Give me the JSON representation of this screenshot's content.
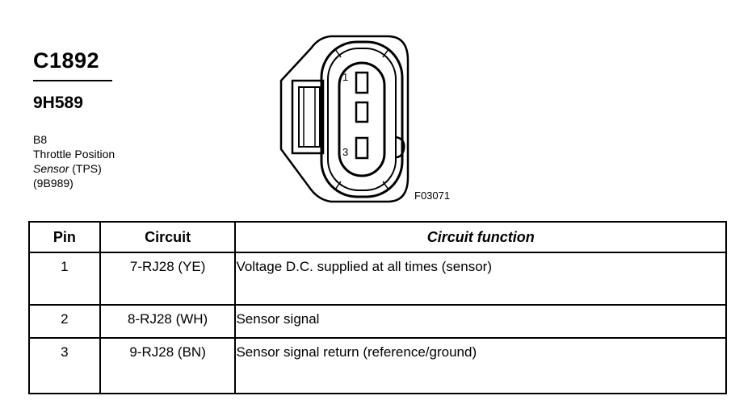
{
  "connector": {
    "id": "C1892",
    "part_number": "9H589"
  },
  "component": {
    "location": "B8",
    "name_line1": "Throttle Position",
    "name_line2_italic": "Sensor",
    "name_line2_rest": " (TPS)",
    "part_ref": "(9B989)"
  },
  "figure": {
    "code": "F03071",
    "pin_labels": [
      "1",
      "3"
    ]
  },
  "table": {
    "headers": {
      "pin": "Pin",
      "circuit": "Circuit",
      "function": "Circuit function"
    },
    "rows": [
      {
        "pin": "1",
        "circuit": "7-RJ28 (YE)",
        "function": "Voltage D.C. supplied at all times (sensor)"
      },
      {
        "pin": "2",
        "circuit": "8-RJ28 (WH)",
        "function": "Sensor signal"
      },
      {
        "pin": "3",
        "circuit": "9-RJ28 (BN)",
        "function": "Sensor signal return (reference/ground)"
      }
    ]
  }
}
